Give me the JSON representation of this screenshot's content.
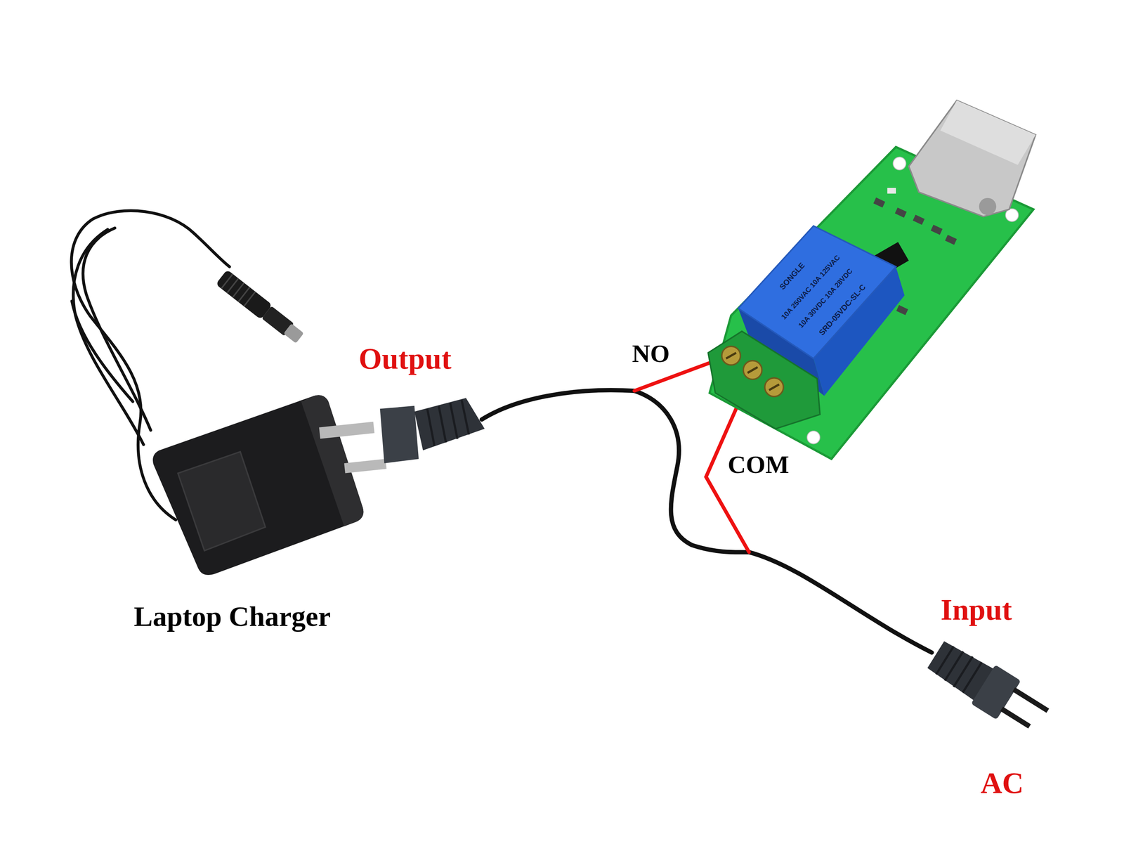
{
  "diagram": {
    "labels": [
      "Output",
      "NO",
      "COM",
      "Laptop Charger",
      "Input",
      "AC",
      "SONGLE",
      "10A 250VAC 10A 125VAC",
      "10A 30VDC 10A 28VDC",
      "SRD-05VDC-SL-C"
    ]
  }
}
